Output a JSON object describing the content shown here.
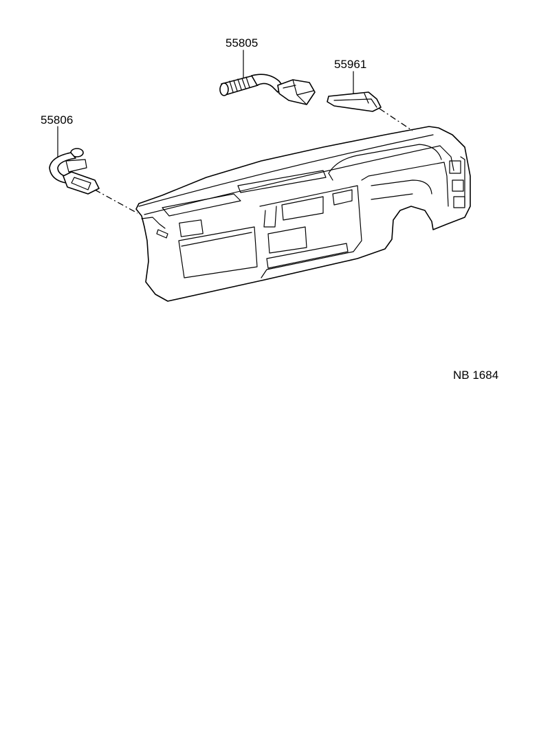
{
  "diagram": {
    "parts": [
      {
        "number": "55805"
      },
      {
        "number": "55961"
      },
      {
        "number": "55806"
      }
    ],
    "reference_code": "NB  1684"
  }
}
